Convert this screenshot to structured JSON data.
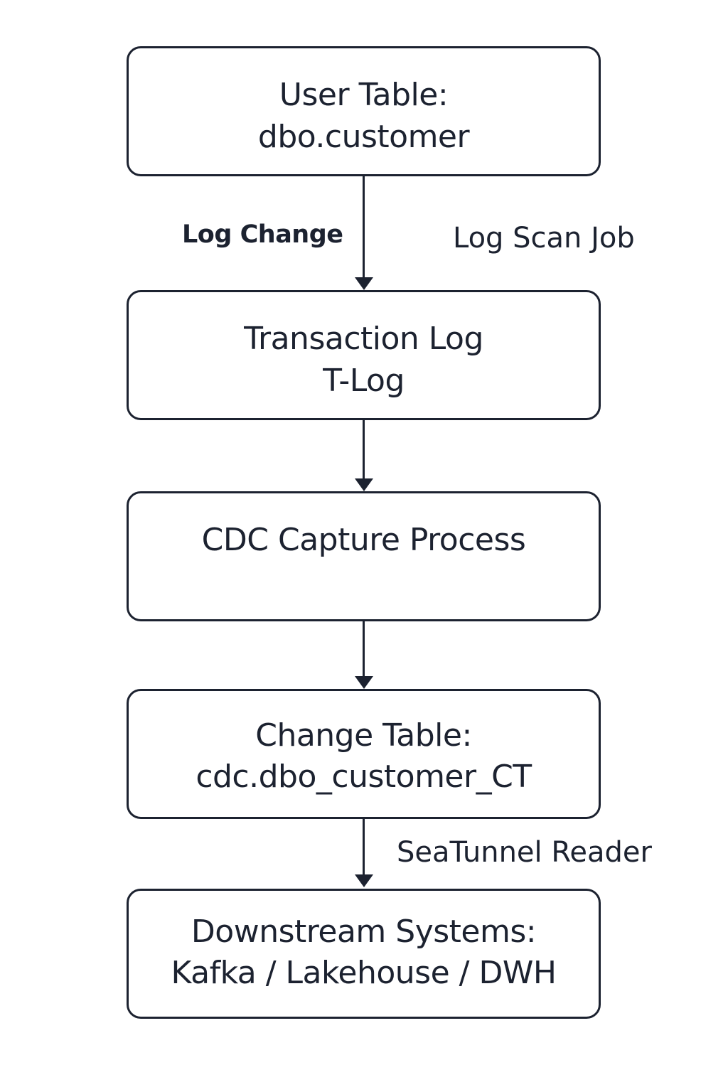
{
  "nodes": [
    {
      "line1": "User Table:",
      "line2": "dbo.customer"
    },
    {
      "line1": "Transaction Log",
      "line2": "T-Log"
    },
    {
      "line1": "CDC Capture Process",
      "line2": ""
    },
    {
      "line1": "Change Table:",
      "line2": "cdc.dbo_customer_CT"
    },
    {
      "line1": "Downstream Systems:",
      "line2": "Kafka / Lakehouse / DWH"
    }
  ],
  "edges": {
    "log_change": "Log Change",
    "log_scan_job": "Log Scan Job",
    "seatunnel_reader": "SeaTunnel Reader"
  }
}
